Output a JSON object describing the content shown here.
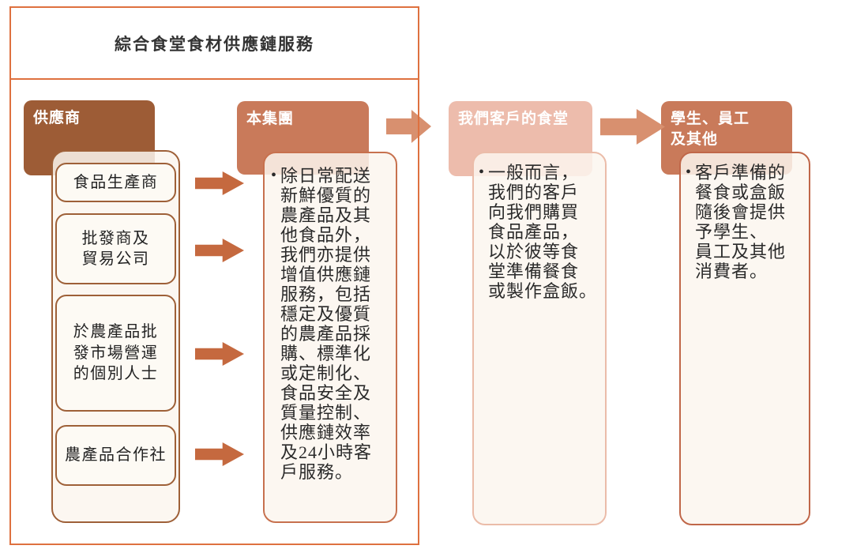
{
  "title": "綜合食堂食材供應鏈服務",
  "colors": {
    "outer_border": "#DE713F",
    "supplier_header_bg": "#9D5C36",
    "group_header_bg": "#C97A5A",
    "canteen_header_bg": "#EDBCAC",
    "consumer_header_bg": "#C97A5A",
    "small_arrow": "#C5693F",
    "big_arrow": "#D8906F"
  },
  "suppliers": {
    "header": "供應商",
    "items": [
      "食品生產商",
      "批發商及\n貿易公司",
      "於農產品批\n發市場營運\n的個別人士",
      "農產品合作社"
    ]
  },
  "group": {
    "header": "本集團",
    "bullet": "•",
    "body": "除日常配送\n新鮮優質的\n農產品及其\n他食品外，\n我們亦提供\n增值供應鏈\n服務，包括\n穩定及優質\n的農產品採\n購、標準化\n或定制化、\n食品安全及\n質量控制、\n供應鏈效率\n及24小時客\n戶服務。"
  },
  "customer_canteens": {
    "header": "我們客戶的食堂",
    "bullet": "•",
    "body": "一般而言，\n我們的客戶\n向我們購買\n食品產品，\n以於彼等食\n堂準備餐食\n或製作盒飯。"
  },
  "consumers": {
    "header": "學生、員工\n及其他",
    "bullet": "•",
    "body": "客戶準備的\n餐食或盒飯\n隨後會提供\n予學生、\n員工及其他\n消費者。"
  }
}
